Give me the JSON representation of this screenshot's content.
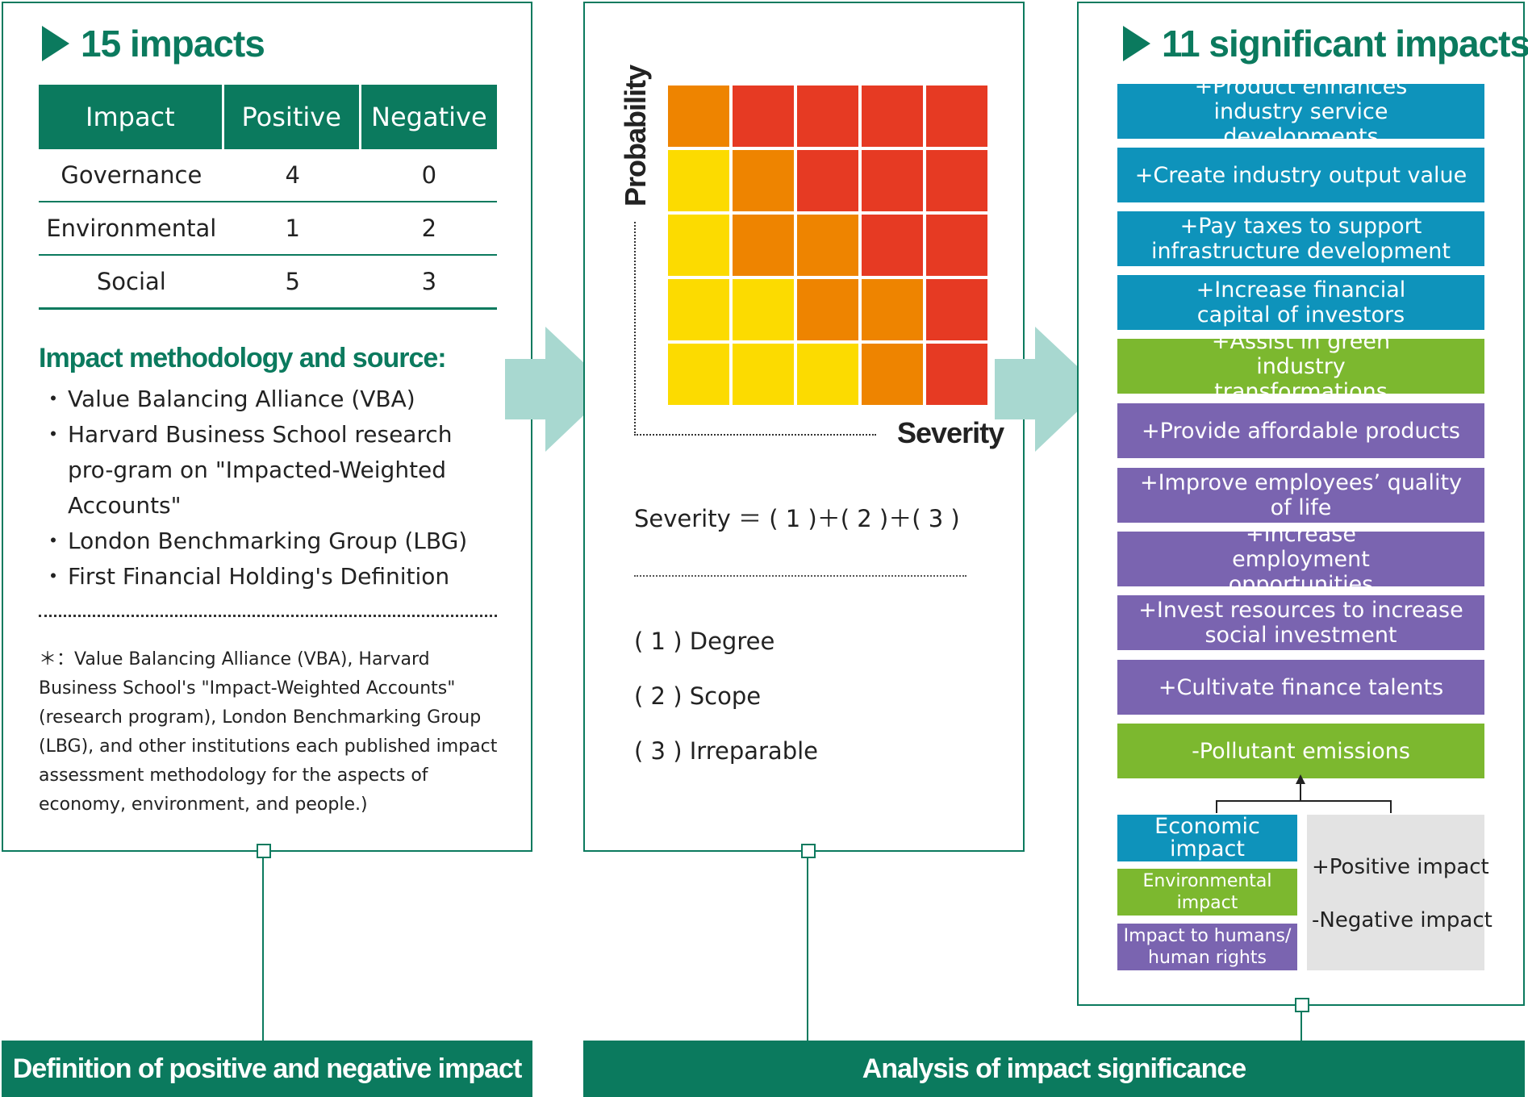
{
  "panel_left": {
    "title": "15 impacts",
    "table": {
      "headers": [
        "Impact",
        "Positive",
        "Negative"
      ],
      "rows": [
        {
          "aspect": "Governance",
          "positive": "4",
          "negative": "0"
        },
        {
          "aspect": "Environmental",
          "positive": "1",
          "negative": "2"
        },
        {
          "aspect": "Social",
          "positive": "5",
          "negative": "3"
        }
      ]
    },
    "methodology_heading": "Impact methodology and source:",
    "sources": [
      "Value Balancing Alliance (VBA)",
      "Harvard Business School research pro-gram on \"Impacted-Weighted Accounts\"",
      "London Benchmarking Group (LBG)",
      "First Financial Holding's Definition"
    ],
    "note": "＊：Value Balancing Alliance (VBA), Harvard Business School's \"Impact-Weighted Accounts\" (research program), London Benchmarking Group (LBG), and other institutions each published impact assessment methodology for the aspects of economy, environment, and people.)"
  },
  "panel_middle": {
    "y_axis_label": "Probability",
    "x_axis_label": "Severity",
    "heatmap_levels": [
      [
        "orange",
        "red",
        "red",
        "red",
        "red"
      ],
      [
        "yellow",
        "orange",
        "red",
        "red",
        "red"
      ],
      [
        "yellow",
        "orange",
        "orange",
        "red",
        "red"
      ],
      [
        "yellow",
        "yellow",
        "orange",
        "orange",
        "red"
      ],
      [
        "yellow",
        "yellow",
        "yellow",
        "orange",
        "red"
      ]
    ],
    "formula": "Severity ＝ ( 1 )＋( 2 )＋( 3 )",
    "factors": [
      "( 1 ) Degree",
      "( 2 ) Scope",
      "( 3 ) Irreparable"
    ]
  },
  "panel_right": {
    "title": "11 significant impacts",
    "impacts": [
      {
        "label": "+Product enhances industry service developments",
        "category": "economic"
      },
      {
        "label": "+Create industry output value",
        "category": "economic"
      },
      {
        "label": "+Pay taxes to support infrastructure development",
        "category": "economic"
      },
      {
        "label": "+Increase financial capital of investors",
        "category": "economic"
      },
      {
        "label": "+Assist in green industry transformations",
        "category": "environmental"
      },
      {
        "label": "+Provide affordable products",
        "category": "human"
      },
      {
        "label": "+Improve employees’ quality of life",
        "category": "human"
      },
      {
        "label": "+Increase employment opportunities",
        "category": "human"
      },
      {
        "label": "+Invest resources to increase social investment",
        "category": "human"
      },
      {
        "label": "+Cultivate finance talents",
        "category": "human"
      },
      {
        "label": "-Pollutant emissions",
        "category": "environmental"
      }
    ],
    "legend": {
      "economic": "Economic impact",
      "environmental": "Environmental impact",
      "human": "Impact to humans/ human rights",
      "positive": "+Positive impact",
      "negative": "-Negative impact"
    }
  },
  "footer": {
    "left": "Definition of positive and negative impact",
    "right": "Analysis of impact significance"
  },
  "colors": {
    "brand_green": "#0b7a5e",
    "arrow": "#a8d8d0",
    "economic": "#0e93bb",
    "environmental": "#7cb82f",
    "human": "#7a64b0",
    "heat_yellow": "#fcdb00",
    "heat_orange": "#ee8400",
    "heat_red": "#e63a23"
  }
}
